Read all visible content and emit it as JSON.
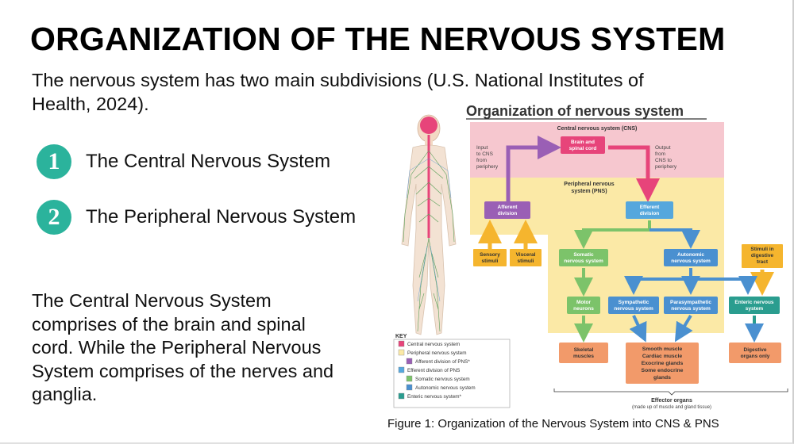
{
  "slide": {
    "title": "ORGANIZATION OF THE NERVOUS SYSTEM",
    "subtitle": "The nervous system has two main subdivisions (U.S. National Institutes of Health, 2024).",
    "bullets": [
      {
        "number": "1",
        "text": "The Central Nervous System"
      },
      {
        "number": "2",
        "text": "The Peripheral Nervous System"
      }
    ],
    "description": "The Central Nervous System comprises of the brain and spinal cord. While the Peripheral Nervous System comprises of the nerves and ganglia.",
    "caption": "Figure 1: Organization of the Nervous System into CNS & PNS"
  },
  "diagram": {
    "title": "Organization of nervous system",
    "cns_label": "Central nervous system (CNS)",
    "pns_label": "Peripheral nervous system (PNS)",
    "input_label": "Input to CNS from periphery",
    "output_label": "Output from CNS to periphery",
    "nodes": {
      "brain": "Brain and spinal cord",
      "afferent": "Afferent division",
      "efferent": "Efferent division",
      "sensory": "Sensory stimuli",
      "visceral": "Visceral stimuli",
      "somatic": "Somatic nervous system",
      "autonomic": "Autonomic nervous system",
      "stimuli_digestive": "Stimuli in digestive tract",
      "motor": "Motor neurons",
      "sympathetic": "Sympathetic nervous system",
      "parasympathetic": "Parasympathetic nervous system",
      "enteric": "Enteric nervous system",
      "skeletal": "Skeletal muscles",
      "smooth": "Smooth muscle Cardiac muscle Exocrine glands Some endocrine glands",
      "digestive": "Digestive organs only"
    },
    "effector_label": "Effector organs",
    "effector_sub": "(made up of muscle and gland tissue)",
    "key_title": "KEY",
    "key_items": [
      {
        "label": "Central nervous system",
        "color": "#e7447a"
      },
      {
        "label": "Peripheral nervous system",
        "color": "#fbe9a6"
      },
      {
        "label": "Afferent division of PNS*",
        "color": "#9a5fb5"
      },
      {
        "label": "Efferent division of PNS",
        "color": "#55a7dd"
      },
      {
        "label": "Somatic nervous system",
        "color": "#7cc36a"
      },
      {
        "label": "Autonomic nervous system",
        "color": "#4a90d0"
      },
      {
        "label": "Enteric nervous system*",
        "color": "#2a9d8f"
      }
    ]
  },
  "colors": {
    "accent": "#2bb39c",
    "cns_band": "#f6c7cf",
    "pns_band": "#fbe9a6",
    "afferent": "#9a5fb5",
    "efferent": "#55a7dd",
    "somatic": "#7cc36a",
    "autonomic": "#4a90d0",
    "stimuli": "#f5b52e",
    "effector": "#f29a6a",
    "brain": "#e7447a"
  }
}
